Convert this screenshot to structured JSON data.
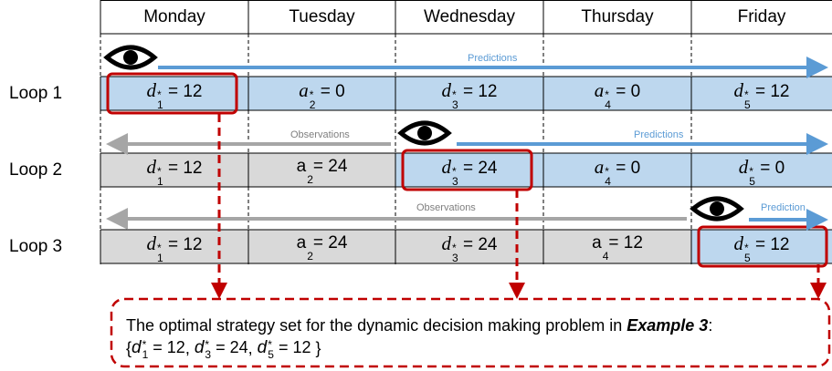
{
  "days": [
    "Monday",
    "Tuesday",
    "Wednesday",
    "Thursday",
    "Friday"
  ],
  "loops": [
    {
      "label": "Loop 1",
      "cells": [
        {
          "sym": "d",
          "sub": "1",
          "star": true,
          "eq": " = 12"
        },
        {
          "sym": "a",
          "sub": "2",
          "star": true,
          "eq": " = 0"
        },
        {
          "sym": "d",
          "sub": "3",
          "star": true,
          "eq": " = 12"
        },
        {
          "sym": "a",
          "sub": "4",
          "star": true,
          "eq": " = 0"
        },
        {
          "sym": "d",
          "sub": "5",
          "star": true,
          "eq": " = 12"
        }
      ]
    },
    {
      "label": "Loop 2",
      "cells": [
        {
          "sym": "d",
          "sub": "1",
          "star": true,
          "eq": " = 12"
        },
        {
          "sym": "a",
          "sub": "2",
          "star": false,
          "eq": "= 24"
        },
        {
          "sym": "d",
          "sub": "3",
          "star": true,
          "eq": " = 24"
        },
        {
          "sym": "a",
          "sub": "4",
          "star": true,
          "eq": " = 0"
        },
        {
          "sym": "d",
          "sub": "5",
          "star": true,
          "eq": " = 0"
        }
      ]
    },
    {
      "label": "Loop 3",
      "cells": [
        {
          "sym": "d",
          "sub": "1",
          "star": true,
          "eq": " = 12"
        },
        {
          "sym": "a",
          "sub": "2",
          "star": false,
          "eq": "= 24"
        },
        {
          "sym": "d",
          "sub": "3",
          "star": true,
          "eq": " = 24"
        },
        {
          "sym": "a",
          "sub": "4",
          "star": false,
          "eq": "= 12"
        },
        {
          "sym": "d",
          "sub": "5",
          "star": true,
          "eq": " = 12"
        }
      ]
    }
  ],
  "arrows": {
    "loop1_predictions": "Predictions",
    "loop2_observations": "Observations",
    "loop2_predictions": "Predictions",
    "loop3_observations": "Observations",
    "loop3_prediction": "Prediction"
  },
  "note": {
    "line1_prefix": "The optimal strategy set for the dynamic decision making problem in ",
    "line1_emph": "Example 3",
    "line1_suffix": ":",
    "set": [
      {
        "sym": "d",
        "sub": "1",
        "eq": " = 12"
      },
      {
        "sym": "d",
        "sub": "3",
        "eq": " = 24"
      },
      {
        "sym": "d",
        "sub": "5",
        "eq": " = 12"
      }
    ]
  },
  "colors": {
    "prediction_fill": "#bdd7ee",
    "observation_fill": "#d9d9d9",
    "prediction_arrow": "#5b9bd5",
    "observation_arrow": "#a6a6a6",
    "highlight": "#c00000"
  },
  "icons": [
    "eye-icon"
  ]
}
